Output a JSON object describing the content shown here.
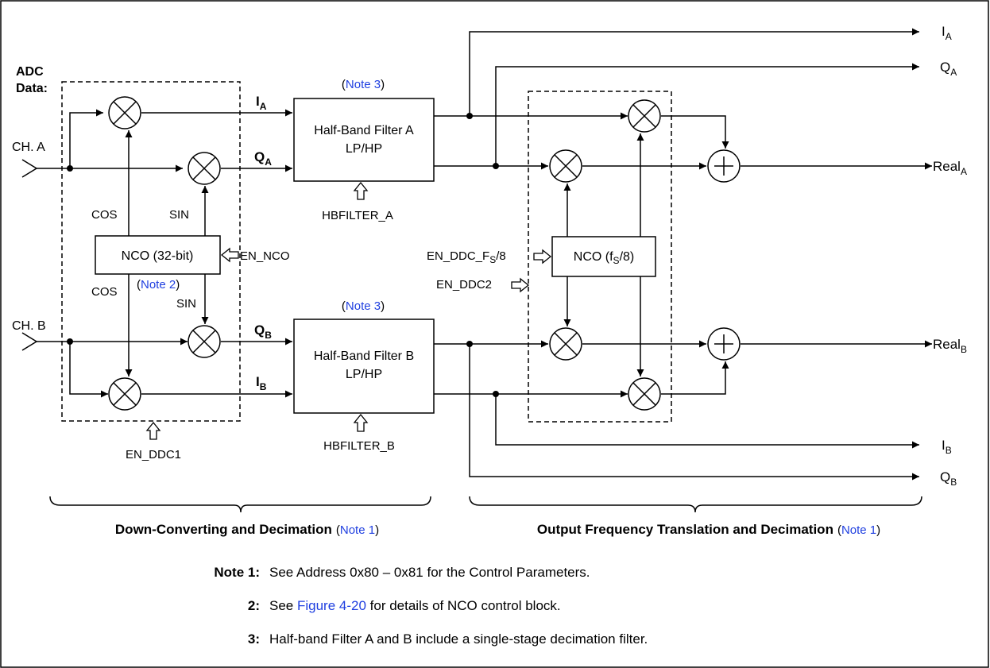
{
  "inputs": {
    "adc_data_line1": "ADC",
    "adc_data_line2": "Data:",
    "ch_a": "CH. A",
    "ch_b": "CH. B"
  },
  "ddc1": {
    "nco_label": "NCO (32-bit)",
    "cos_upper": "COS",
    "sin_upper": "SIN",
    "cos_lower": "COS",
    "sin_lower": "SIN",
    "en_nco": "EN_NCO",
    "note2_open": "(",
    "note2_text": "Note 2",
    "note2_close": ")",
    "en_ddc1": "EN_DDC1"
  },
  "signals": {
    "ia_main": "I",
    "ia_sub": "A",
    "qa_main": "Q",
    "qa_sub": "A",
    "qb_main": "Q",
    "qb_sub": "B",
    "ib_main": "I",
    "ib_sub": "B"
  },
  "filters": {
    "a_line1": "Half-Band Filter A",
    "a_line2": "LP/HP",
    "a_ctrl": "HBFILTER_A",
    "b_line1": "Half-Band Filter B",
    "b_line2": "LP/HP",
    "b_ctrl": "HBFILTER_B",
    "note3_open": "(",
    "note3_text": "Note 3",
    "note3_close": ")"
  },
  "ddc2": {
    "nco_main": "NCO (f",
    "nco_sub": "S",
    "nco_tail": "/8)",
    "en_fs8_main": "EN_DDC_F",
    "en_fs8_sub": "S",
    "en_fs8_tail": "/8",
    "en_ddc2": "EN_DDC2"
  },
  "outputs": {
    "ia_main": "I",
    "ia_sub": "A",
    "qa_main": "Q",
    "qa_sub": "A",
    "reala_main": "Real",
    "reala_sub": "A",
    "realb_main": "Real",
    "realb_sub": "B",
    "ib_main": "I",
    "ib_sub": "B",
    "qb_main": "Q",
    "qb_sub": "B"
  },
  "sections": {
    "left_title": "Down-Converting and Decimation",
    "right_title": "Output Frequency Translation and Decimation",
    "note1_open": "(",
    "note1_text": "Note 1",
    "note1_close": ")"
  },
  "notes": {
    "n1_label": "Note 1:",
    "n1_text": "See Address 0x80 – 0x81 for the Control Parameters.",
    "n2_label": "2:",
    "n2_pre": "See",
    "n2_link": "Figure 4-20",
    "n2_post": "for details of NCO control block.",
    "n3_label": "3:",
    "n3_text": "Half-band Filter A and B include a single-stage decimation filter."
  }
}
